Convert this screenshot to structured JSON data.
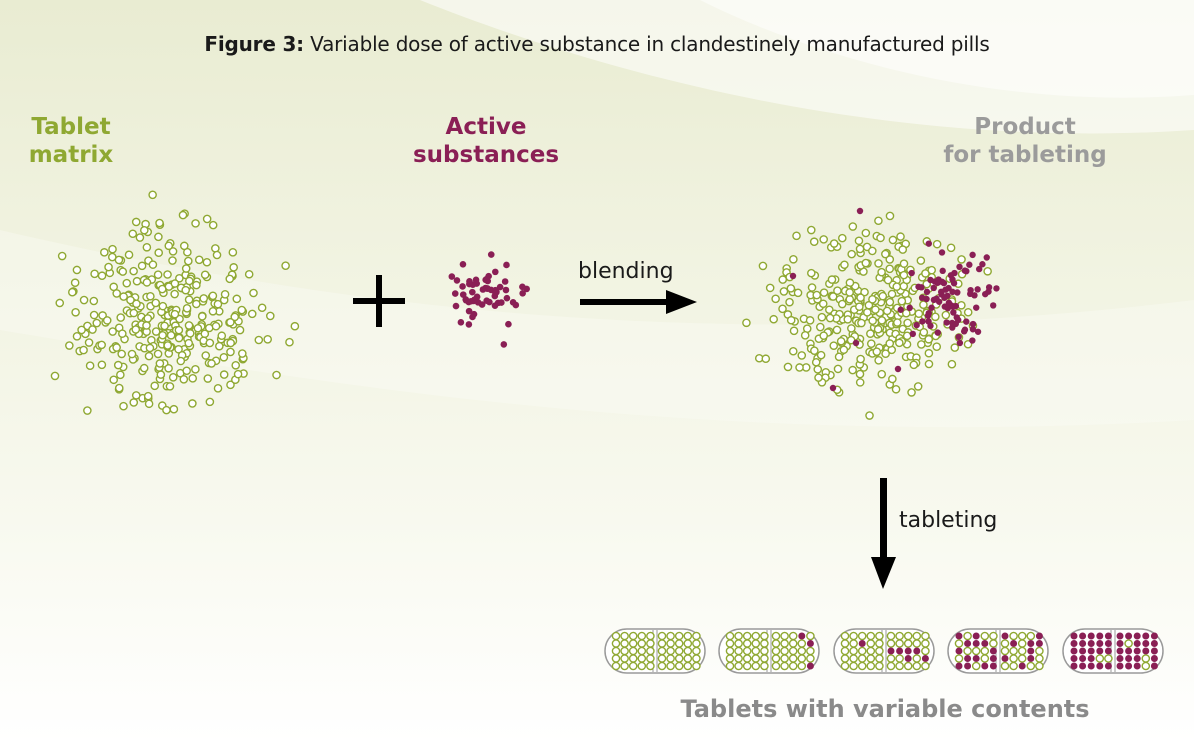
{
  "figure": {
    "title_prefix": "Figure 3:",
    "title_text": "Variable dose of active substance in clandestinely manufactured pills"
  },
  "labels": {
    "tablet_matrix": "Tablet\nmatrix",
    "active_substances": "Active\nsubstances",
    "product_for_tableting": "Product\nfor tableting",
    "blending": "blending",
    "tableting": "tableting",
    "tablets_caption": "Tablets with variable contents"
  },
  "tablets": {
    "active_fraction_per_tablet": [
      0.0,
      0.05,
      0.15,
      0.45,
      0.8
    ]
  },
  "colors": {
    "matrix_green": "#8fa832",
    "active_purple": "#8a1f55",
    "product_gray": "#9b9b9b",
    "arrow": "#000000"
  }
}
